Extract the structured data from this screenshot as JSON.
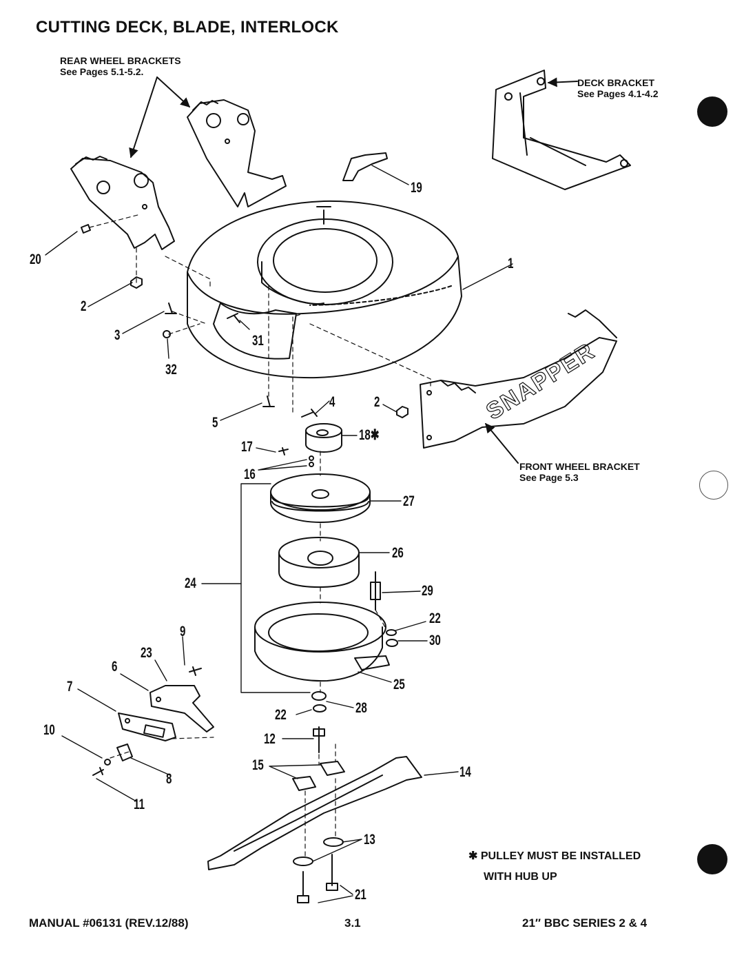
{
  "title": "CUTTING DECK, BLADE, INTERLOCK",
  "callouts": {
    "rear_wheel_brackets": "REAR WHEEL BRACKETS",
    "rear_wheel_brackets_ref": "See Pages 5.1-5.2.",
    "deck_bracket": "DECK BRACKET",
    "deck_bracket_ref": "See Pages 4.1-4.2",
    "front_wheel_bracket": "FRONT WHEEL BRACKET",
    "front_wheel_bracket_ref": "See Page 5.3",
    "brand_on_bracket": "SNAPPER"
  },
  "note": {
    "line1": "✱ PULLEY MUST BE INSTALLED",
    "line2": "WITH HUB UP"
  },
  "part_numbers": {
    "p1": "1",
    "p2a": "2",
    "p2b": "2",
    "p3": "3",
    "p4": "4",
    "p5": "5",
    "p6": "6",
    "p7": "7",
    "p8": "8",
    "p9": "9",
    "p10": "10",
    "p11": "11",
    "p12": "12",
    "p13": "13",
    "p14": "14",
    "p15": "15",
    "p16": "16",
    "p17": "17",
    "p18": "18✱",
    "p19": "19",
    "p20": "20",
    "p21": "21",
    "p22a": "22",
    "p22b": "22",
    "p23": "23",
    "p24": "24",
    "p25": "25",
    "p26": "26",
    "p27": "27",
    "p28": "28",
    "p29": "29",
    "p30": "30",
    "p31": "31",
    "p32": "32"
  },
  "footer": {
    "manual": "MANUAL #06131 (REV.12/88)",
    "page": "3.1",
    "model": "21″ BBC SERIES 2 & 4"
  }
}
